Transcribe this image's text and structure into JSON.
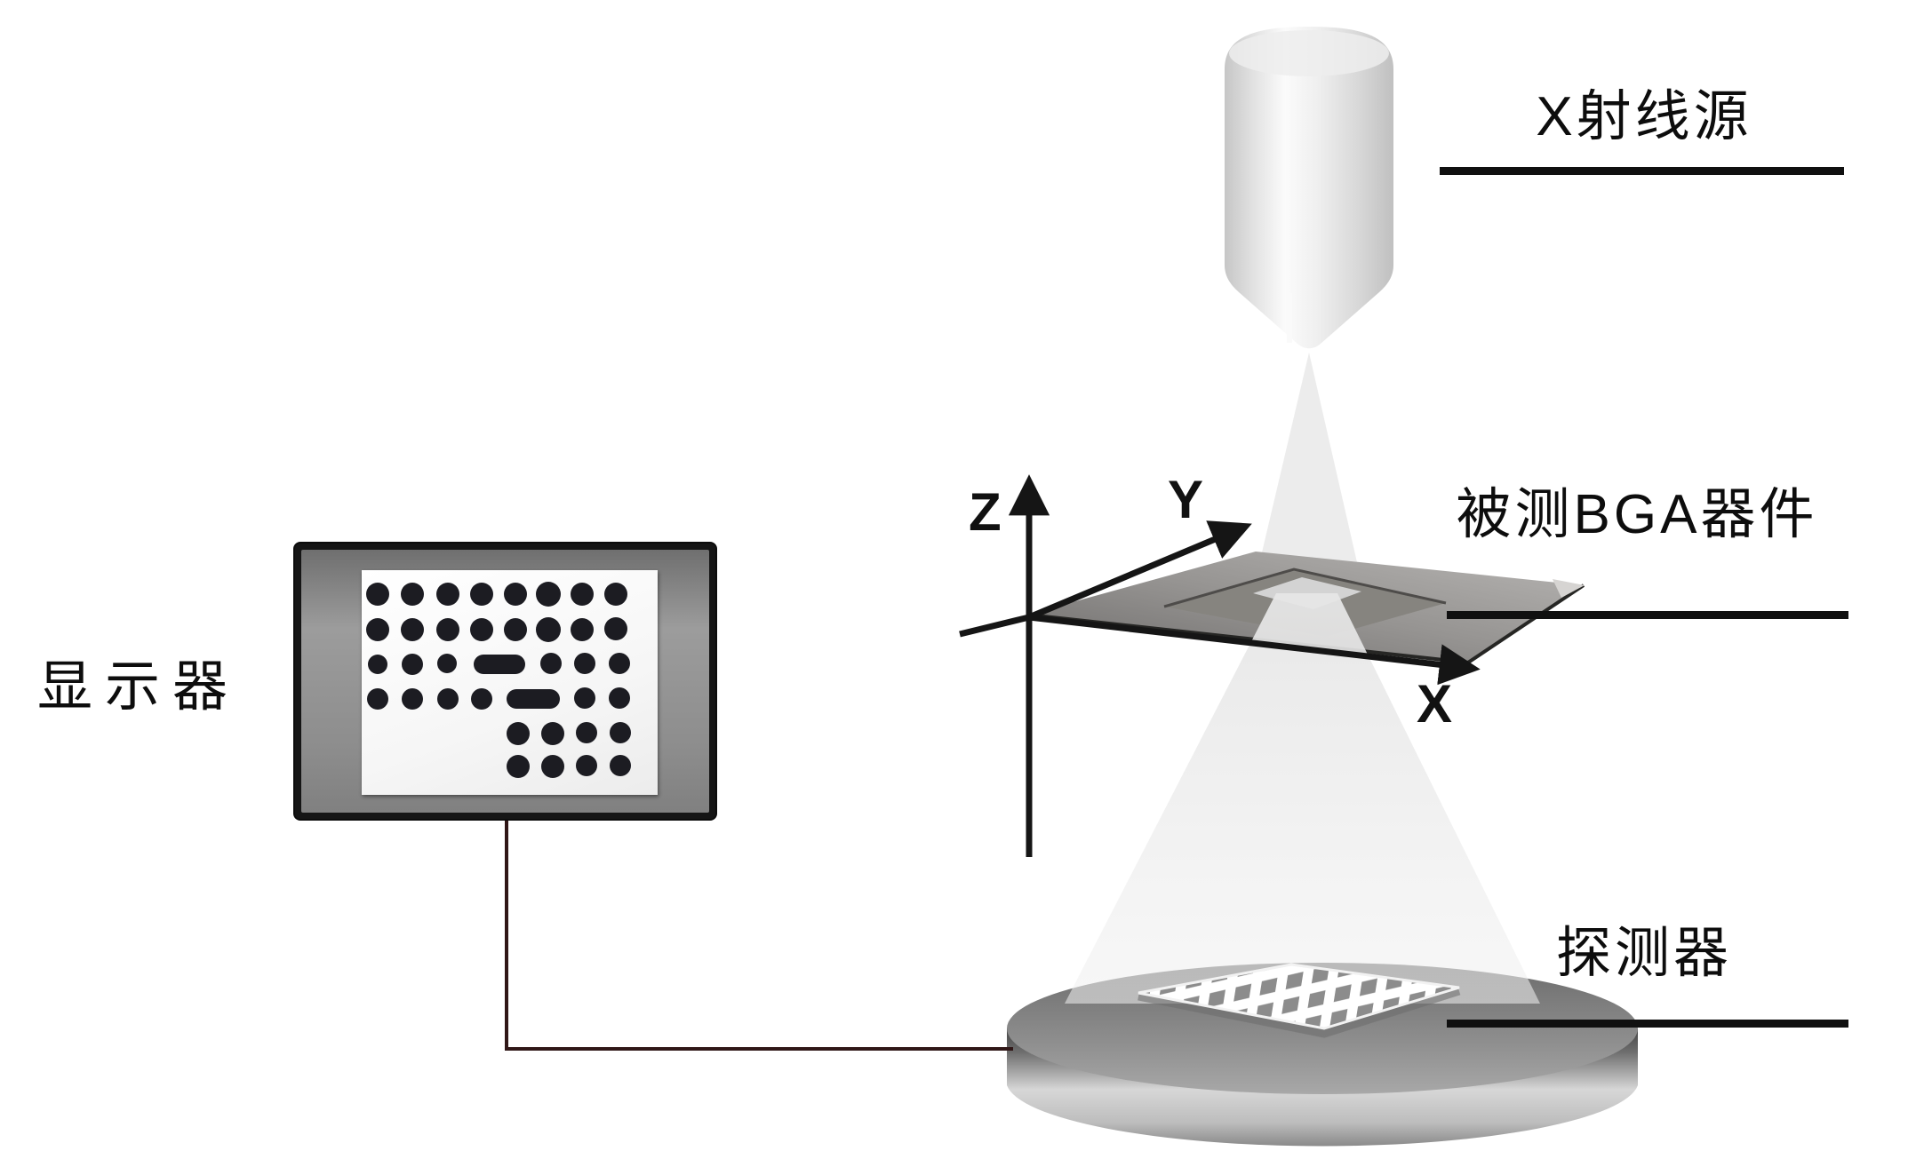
{
  "labels": {
    "xray_source": "X射线源",
    "bga_device": "被测BGA器件",
    "detector": "探测器",
    "monitor": "显示器"
  },
  "axis_labels": {
    "x": "X",
    "y": "Y",
    "z": "Z"
  },
  "colors": {
    "background": "#ffffff",
    "line_black": "#1a1a1a",
    "cable_maroon": "#301717",
    "beam_gray": "#ededed",
    "plate_light": "#b4b2b0",
    "plate_dark": "#6f6d6c",
    "disc_gray": "#8f8f8f",
    "dot_black": "#1c1c22"
  }
}
